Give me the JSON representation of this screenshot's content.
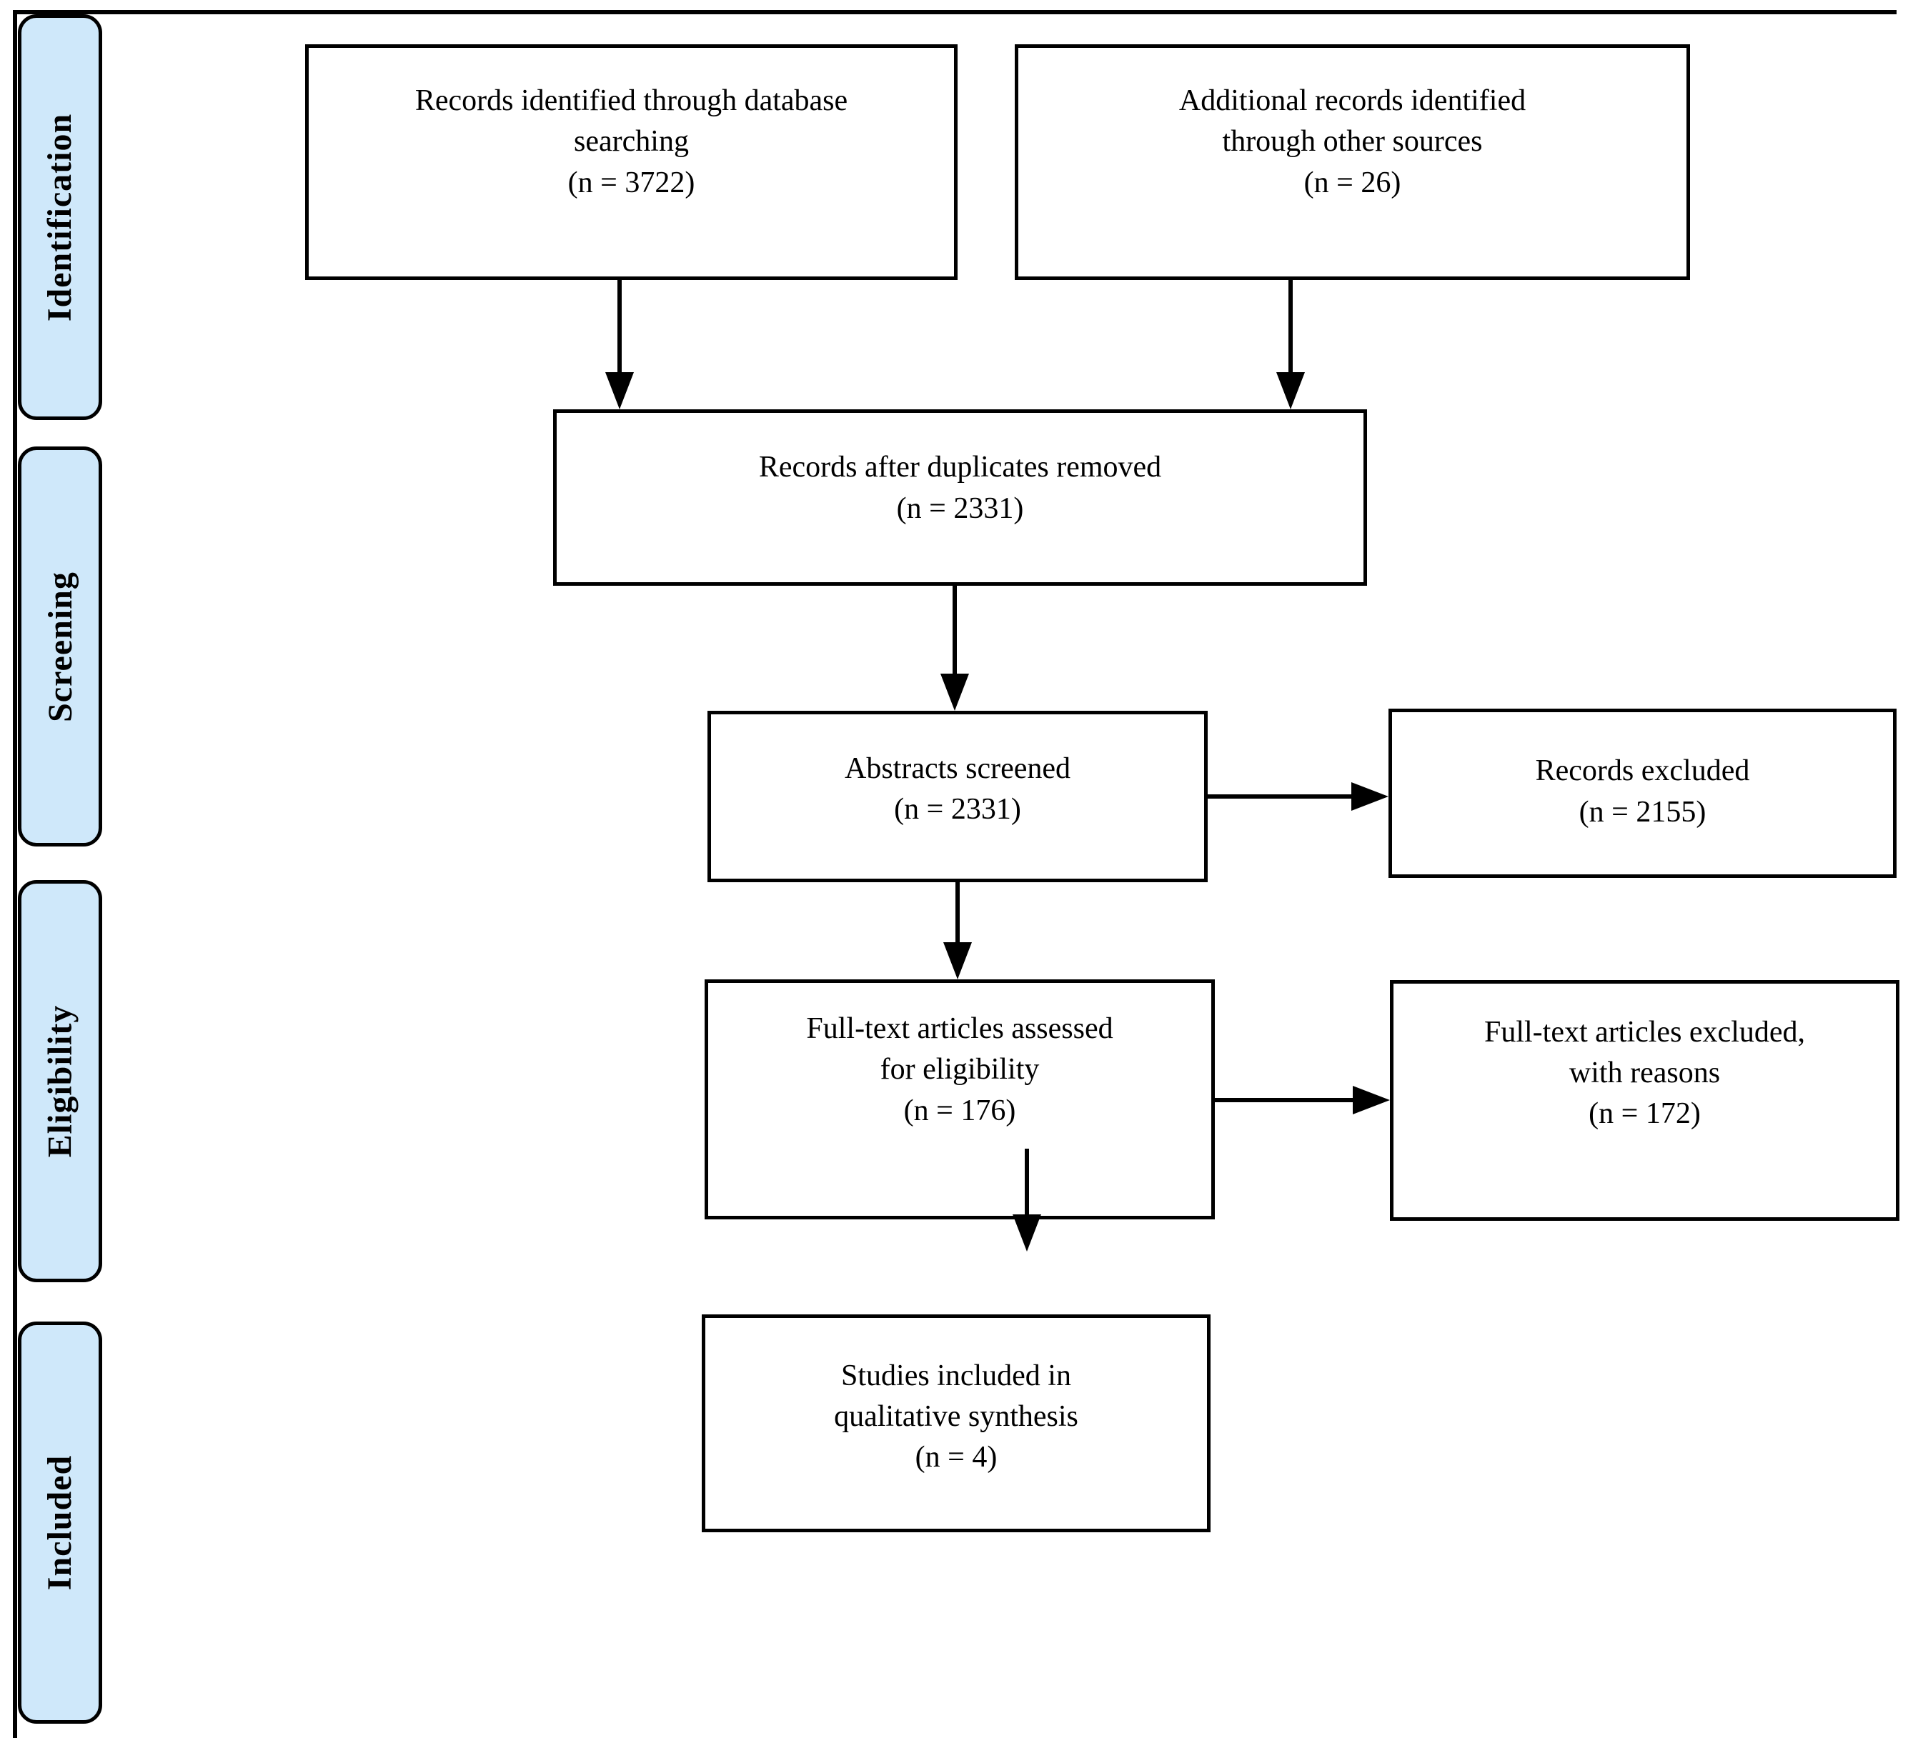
{
  "diagram": {
    "type": "PRISMA flow diagram"
  },
  "colors": {
    "stage_fill": "#cfe8fa",
    "line": "#000000",
    "box_bg": "#ffffff"
  },
  "sidebar": {
    "stages": [
      {
        "label": "Identification"
      },
      {
        "label": "Screening"
      },
      {
        "label": "Eligibility"
      },
      {
        "label": "Included"
      }
    ]
  },
  "boxes": {
    "identified_db": {
      "lines": [
        "Records identified through database",
        "searching",
        "(n = 3722)"
      ],
      "n": 3722
    },
    "identified_other": {
      "lines": [
        "Additional records identified",
        "through other sources",
        "(n = 26)"
      ],
      "n": 26
    },
    "after_duplicates": {
      "lines": [
        "Records after duplicates removed",
        "(n = 2331)"
      ],
      "n": 2331
    },
    "abstracts_screened": {
      "lines": [
        "Abstracts screened",
        "(n = 2331)"
      ],
      "n": 2331
    },
    "records_excluded": {
      "lines": [
        "Records excluded",
        "(n = 2155)"
      ],
      "n": 2155
    },
    "fulltext_assessed": {
      "lines": [
        "Full-text articles assessed",
        "for eligibility",
        "(n = 176)"
      ],
      "n": 176
    },
    "fulltext_excluded": {
      "lines": [
        "Full-text articles excluded,",
        "with reasons",
        "(n = 172)"
      ],
      "n": 172
    },
    "studies_included": {
      "lines": [
        "Studies included in",
        "qualitative synthesis",
        "(n = 4)"
      ],
      "n": 4
    }
  }
}
